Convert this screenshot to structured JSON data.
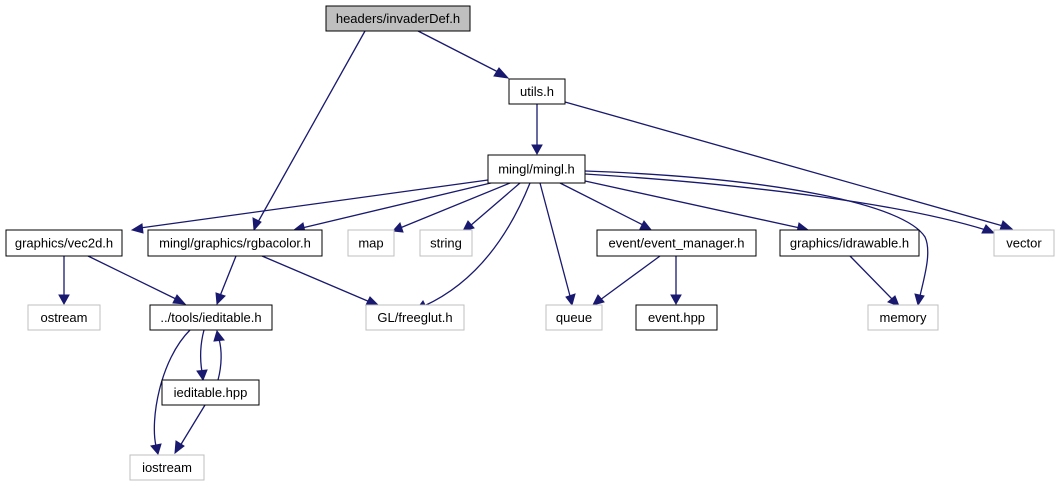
{
  "colors": {
    "edge": "#191970",
    "root_fill": "#bfbfbf",
    "node_border": "#000000",
    "system_border": "#bfbfbf"
  },
  "nodes": {
    "invaderdef": "headers/invaderDef.h",
    "utils": "utils.h",
    "mingl": "mingl/mingl.h",
    "vec2d": "graphics/vec2d.h",
    "rgbacolor": "mingl/graphics/rgbacolor.h",
    "map": "map",
    "string": "string",
    "event_manager": "event/event_manager.h",
    "idrawable": "graphics/idrawable.h",
    "vector": "vector",
    "ostream": "ostream",
    "ieditable_h": "../tools/ieditable.h",
    "freeglut": "GL/freeglut.h",
    "queue": "queue",
    "event_hpp": "event.hpp",
    "memory": "memory",
    "ieditable_hpp": "ieditable.hpp",
    "iostream": "iostream"
  }
}
